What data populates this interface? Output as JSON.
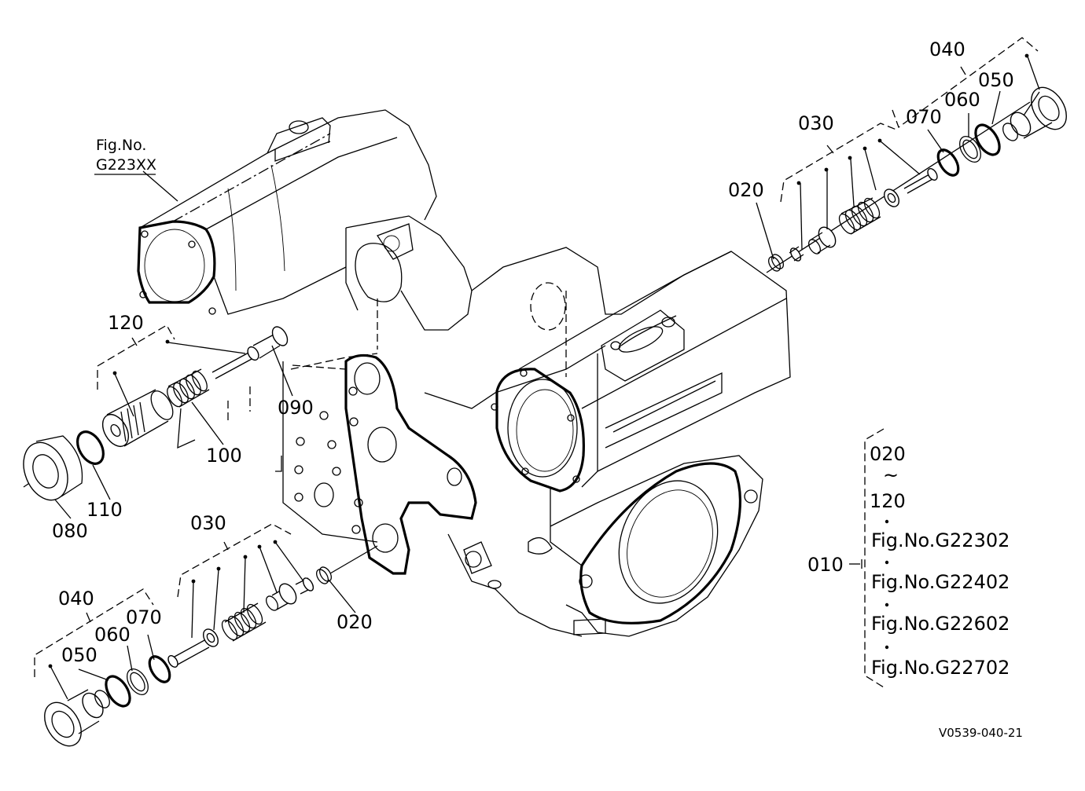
{
  "figure_ref": {
    "prefix": "Fig.No.",
    "code": "G223XX"
  },
  "callouts": {
    "c010": "010",
    "c020_top": "020",
    "c020_bottom": "020",
    "c030_top": "030",
    "c030_bottom": "030",
    "c040_top": "040",
    "c040_bottom": "040",
    "c050_top": "050",
    "c050_bottom": "050",
    "c060_top": "060",
    "c060_bottom": "060",
    "c070_top": "070",
    "c070_bottom": "070",
    "c080": "080",
    "c090": "090",
    "c100": "100",
    "c110": "110",
    "c120": "120"
  },
  "assembly_group": {
    "range_start": "020",
    "range_symbol": "~",
    "range_end": "120",
    "figures": [
      "Fig.No.G22302",
      "Fig.No.G22402",
      "Fig.No.G22602",
      "Fig.No.G22702"
    ]
  },
  "drawing_id": "V0539-040-21"
}
